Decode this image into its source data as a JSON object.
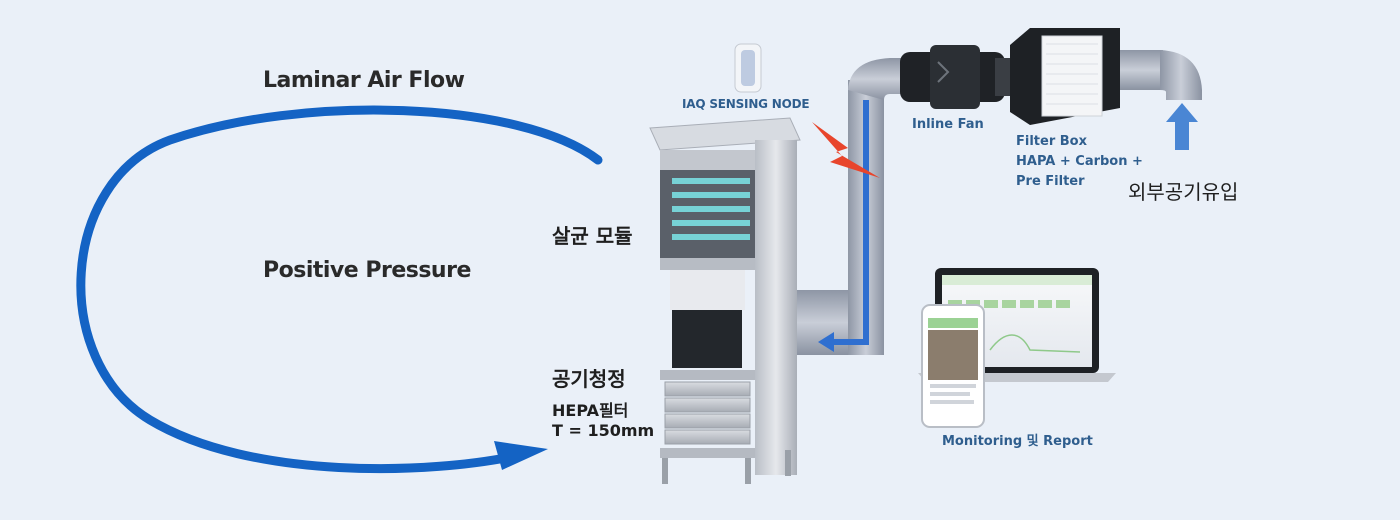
{
  "labels": {
    "laminar_air_flow": "Laminar Air Flow",
    "positive_pressure": "Positive Pressure",
    "sterilization_module": "살균 모듈",
    "air_purification": "공기청정",
    "hepa_filter": "HEPA필터",
    "filter_thickness": "T = 150mm",
    "iaq_sensing_node": "IAQ SENSING NODE",
    "inline_fan": "Inline Fan",
    "filter_box": "Filter Box",
    "filter_types": "HAPA + Carbon +",
    "pre_filter": "Pre Filter",
    "outside_air_inflow": "외부공기유입",
    "monitoring_report": "Monitoring 및 Report"
  },
  "colors": {
    "background": "#eaf0f8",
    "flow_arrow": "#1463c4",
    "duct_arrow": "#2f6fd0",
    "signal_bolt": "#e8452c",
    "inflow_arrow": "#4a86d4"
  }
}
